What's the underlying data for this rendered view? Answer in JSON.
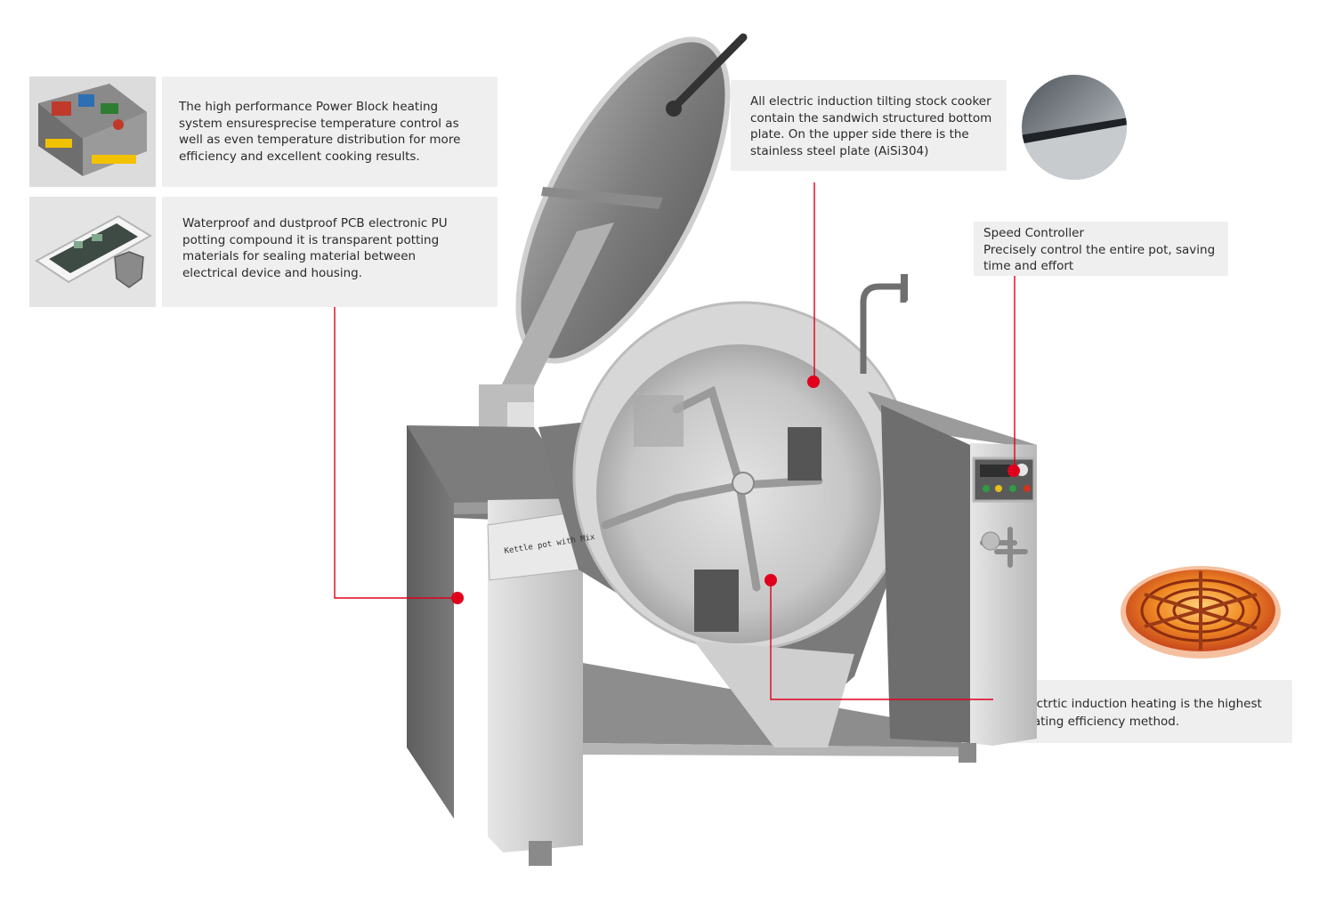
{
  "callouts": {
    "power_block": "The high performance Power Block heating system ensuresprecise temperature control as well as even temperature distribution for more efficiency and excellent cooking results.",
    "waterproof": "Waterproof and dustproof PCB electronic PU potting compound it is transparent potting materials for sealing material between electrical device and housing.",
    "sandwich_bottom": "All electric induction tilting stock cooker contain the sandwich structured bottom plate. On the upper side there is the stainless steel plate (AiSi304)",
    "speed_controller_title": "Speed Controller",
    "speed_controller_body": "Precisely control the entire pot, saving time and effort",
    "induction": "Electrtic induction heating is the highest heating efficiency method."
  },
  "machine": {
    "plate_label": "Kettle pot with Mix"
  },
  "colors": {
    "callout_bg": "#efefef",
    "marker_red": "#e0001b",
    "steel_dark": "#6b6b6b",
    "steel_light": "#c9c9c9"
  },
  "icons": [
    "power-block-photo",
    "pcb-shield-photo",
    "steel-plate-photo",
    "induction-coil-photo",
    "shield-icon"
  ]
}
